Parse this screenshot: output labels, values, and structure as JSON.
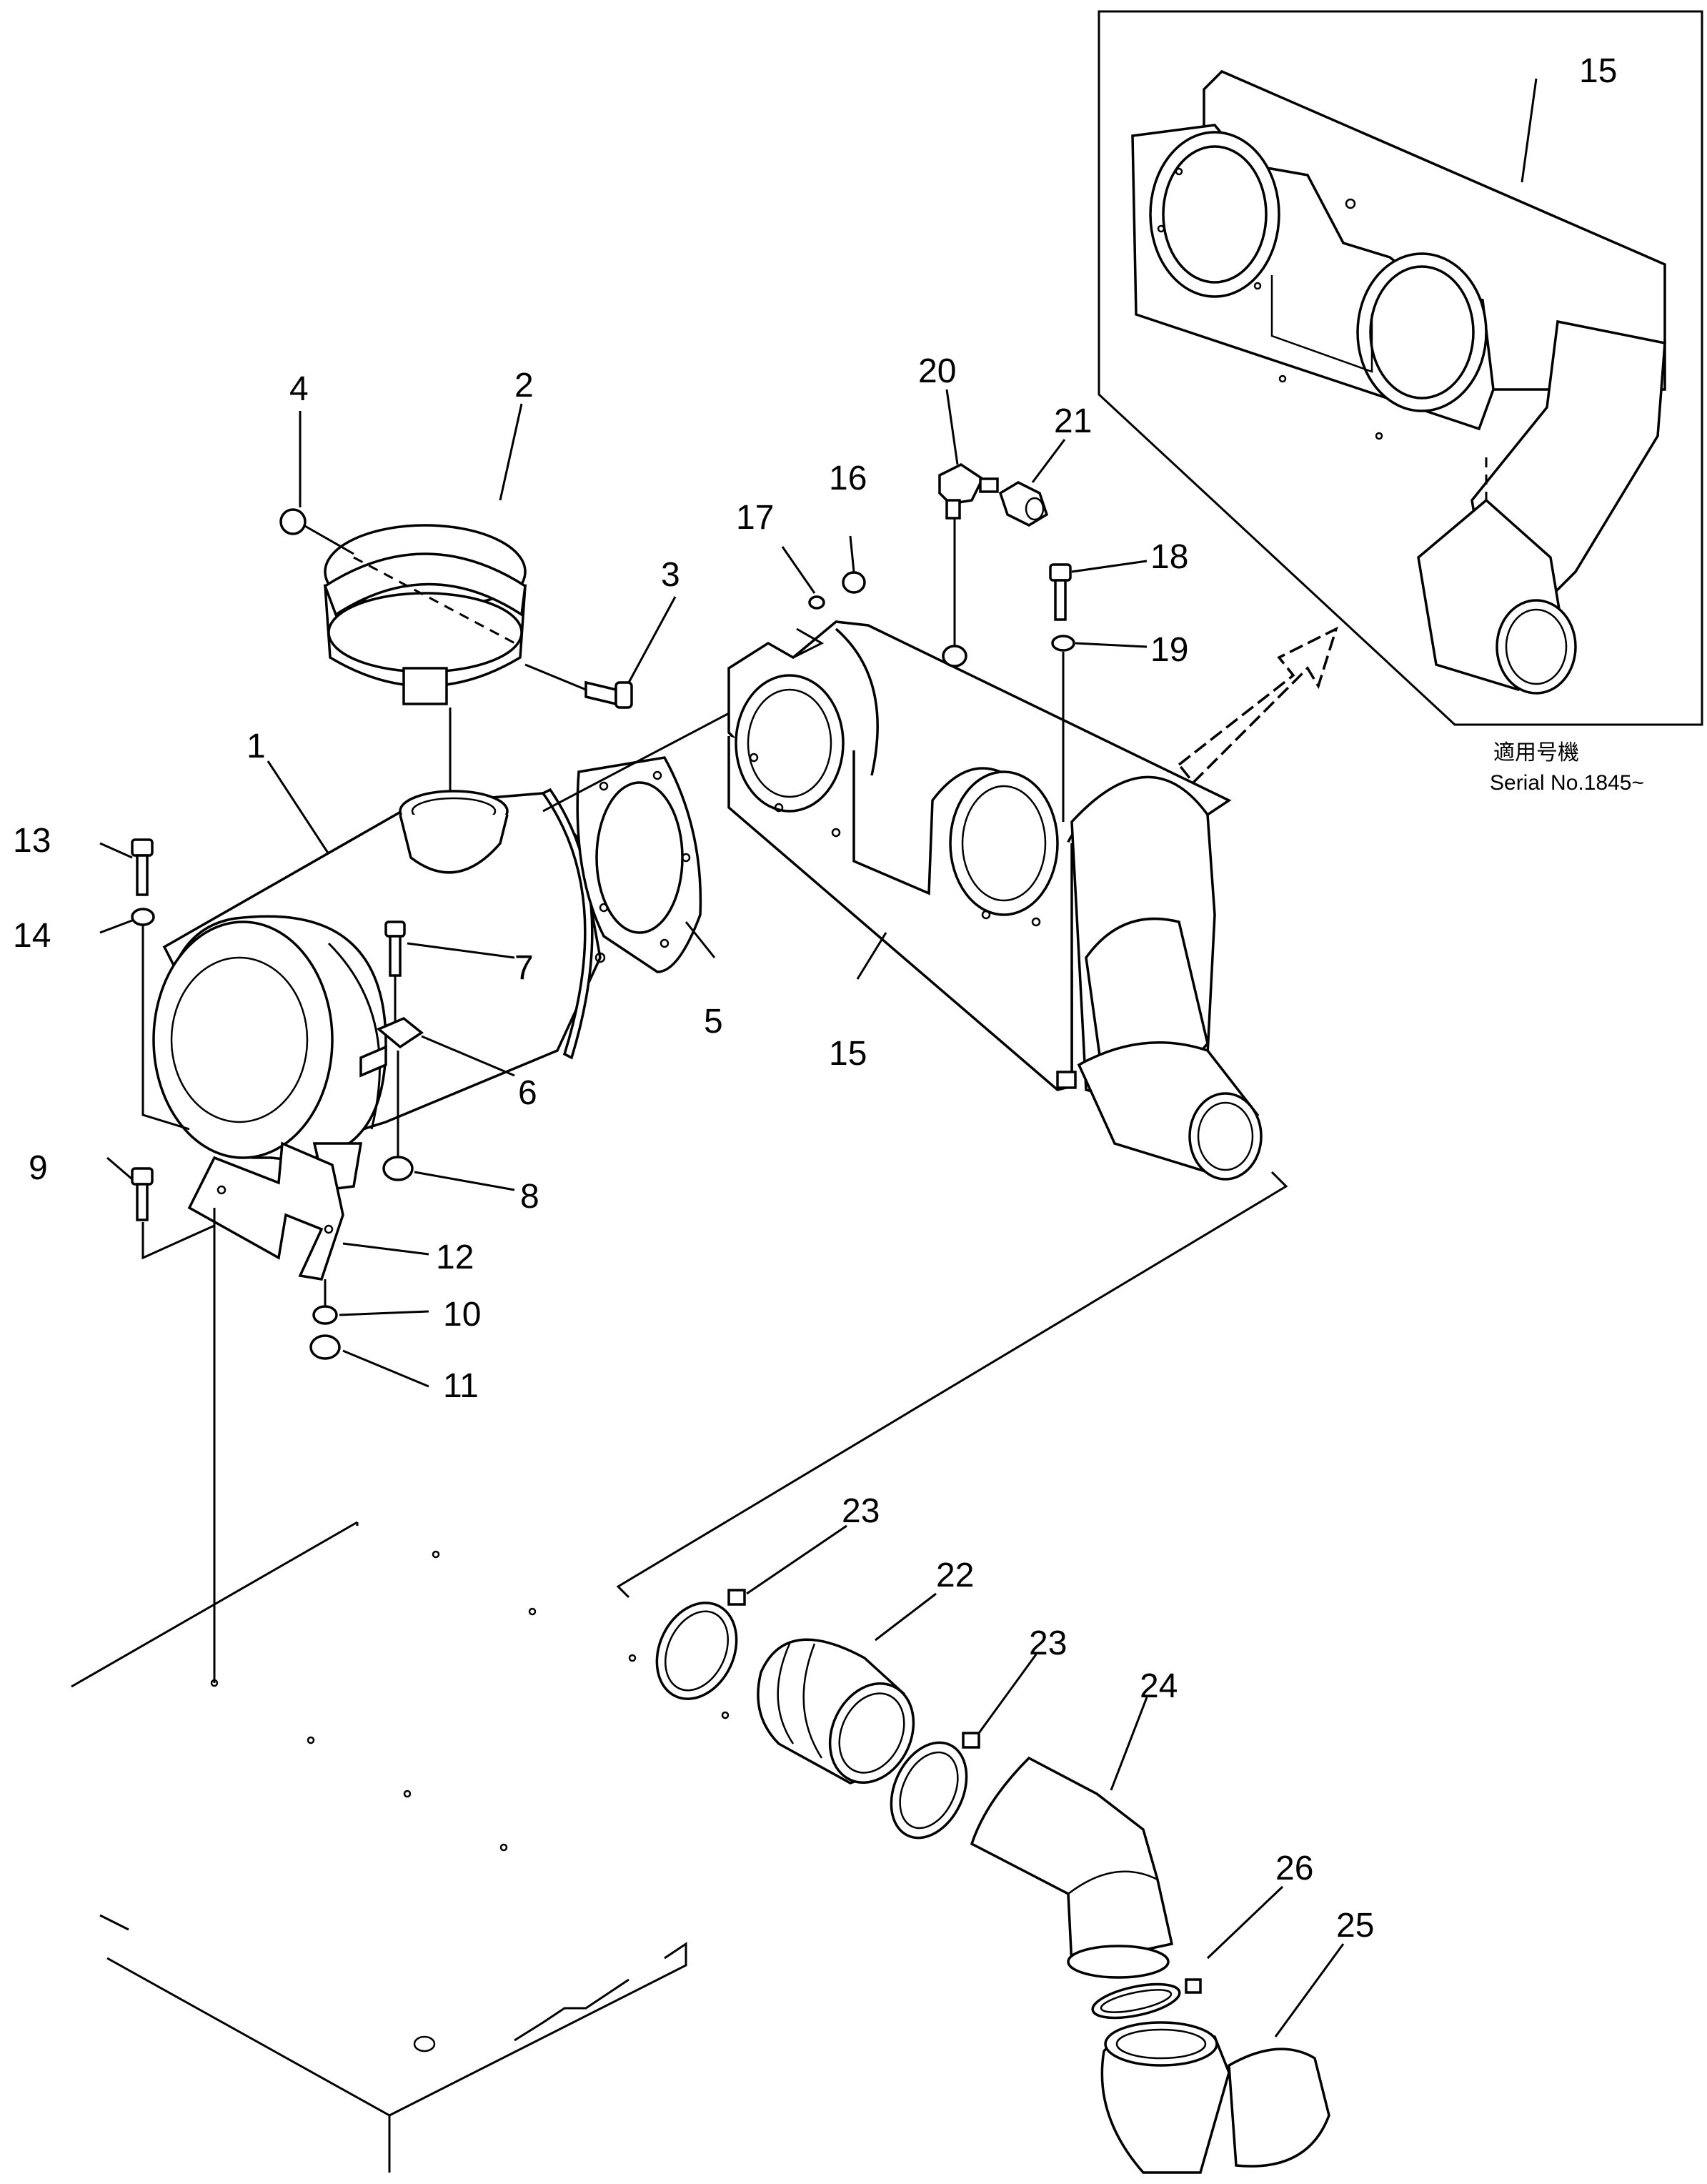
{
  "diagram": {
    "part_labels": [
      "1",
      "2",
      "3",
      "4",
      "5",
      "6",
      "7",
      "8",
      "9",
      "10",
      "11",
      "12",
      "13",
      "14",
      "15",
      "15",
      "16",
      "17",
      "18",
      "19",
      "20",
      "21",
      "22",
      "23",
      "23",
      "24",
      "25",
      "26"
    ],
    "inset": {
      "part_label": "15",
      "note_jp": "適用号機",
      "note_serial": "Serial No.1845~"
    }
  }
}
